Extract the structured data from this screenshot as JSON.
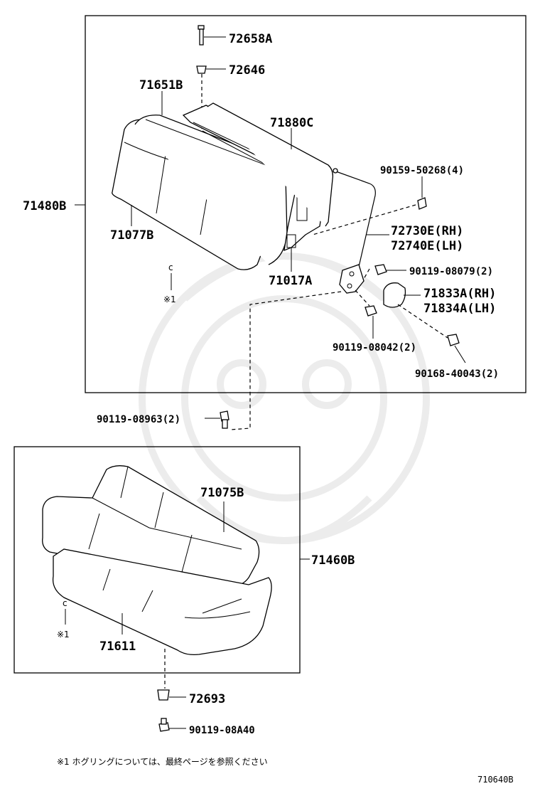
{
  "labels": {
    "p72658a": "72658A",
    "p72646": "72646",
    "p71651b": "71651B",
    "p71880c": "71880C",
    "p90159": "90159-50268(4)",
    "p71480b": "71480B",
    "p72730e": "72730E(RH)",
    "p72740e": "72740E(LH)",
    "p71077b": "71077B",
    "p90119_08079": "90119-08079(2)",
    "p71017a": "71017A",
    "p71833a": "71833A(RH)",
    "p71834a": "71834A(LH)",
    "p90119_08042": "90119-08042(2)",
    "p90168": "90168-40043(2)",
    "p90119_08963": "90119-08963(2)",
    "p71075b": "71075B",
    "p71460b": "71460B",
    "p71611": "71611",
    "p72693": "72693",
    "p90119_08a40": "90119-08A40"
  },
  "markers": {
    "c_symbol": "c",
    "ref_mark": "※1"
  },
  "footnote": "※1  ホグリングについては、最終ページを参照ください",
  "diagram_code": "710640B"
}
